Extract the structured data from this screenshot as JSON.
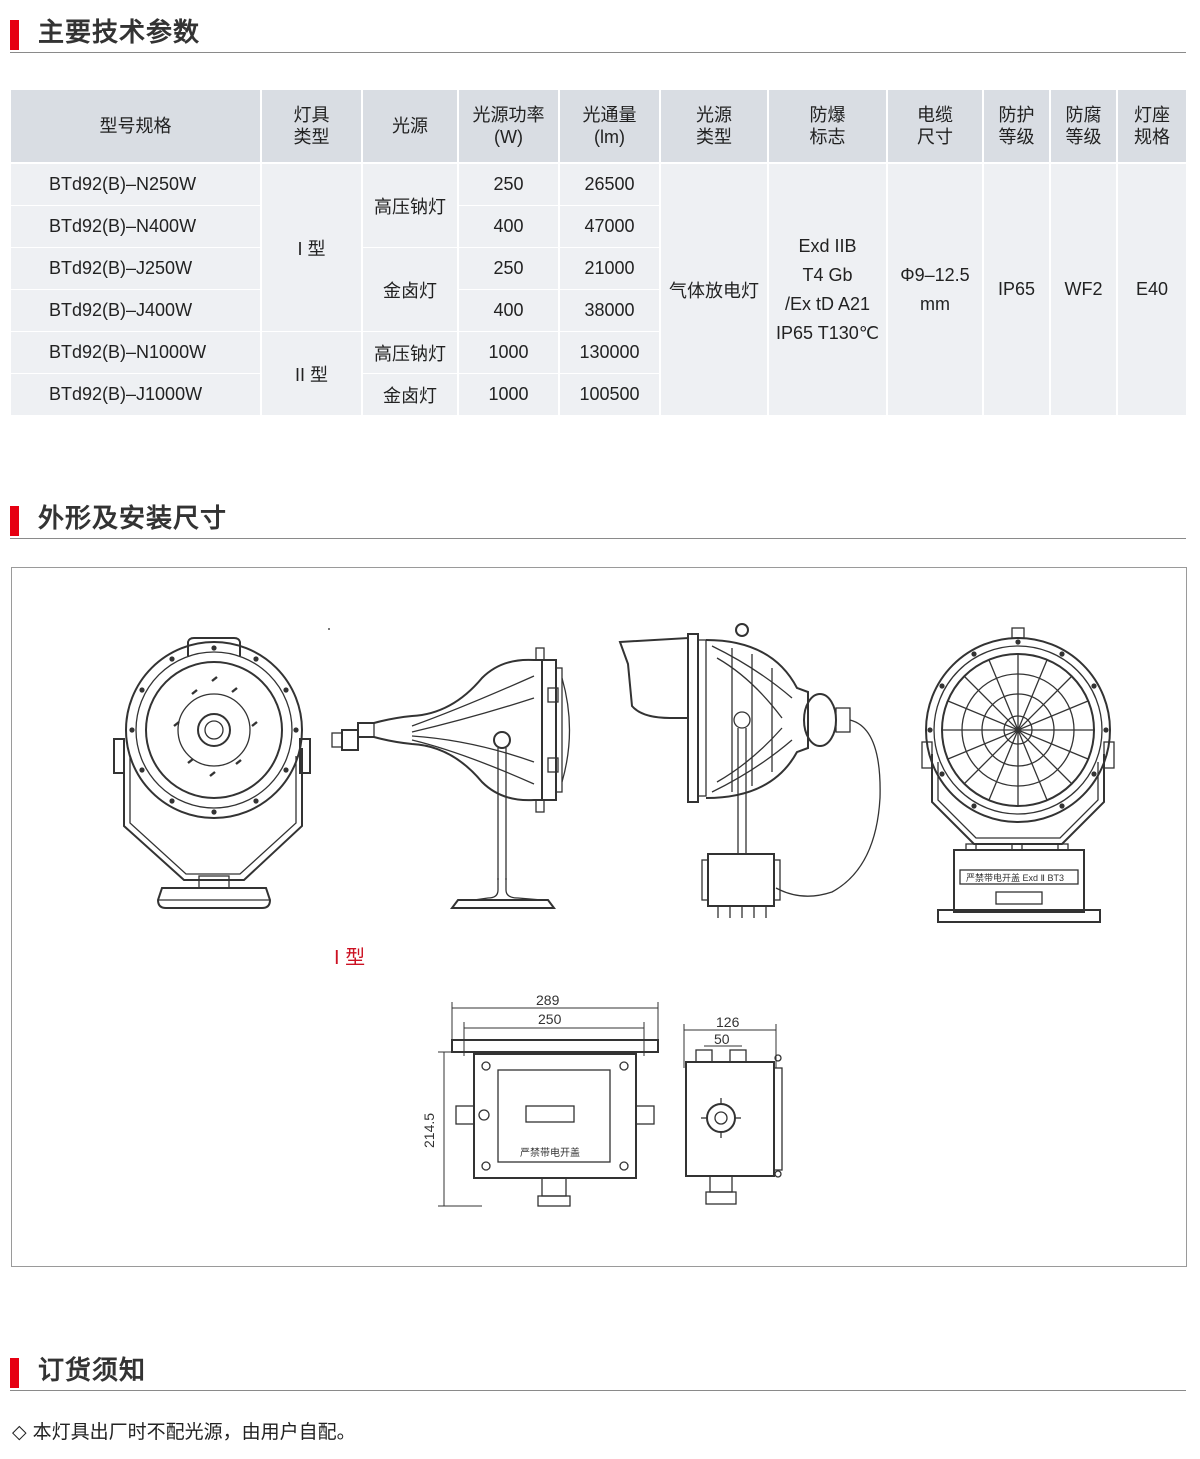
{
  "sections": {
    "params": "主要技术参数",
    "dimensions": "外形及安装尺寸",
    "ordering": "订货须知"
  },
  "table": {
    "headers": [
      "型号规格",
      "灯具类型",
      "光源",
      "光源功率(W)",
      "光通量(lm)",
      "光源类型",
      "防爆标志",
      "电缆尺寸",
      "防护等级",
      "防腐等级",
      "灯座规格"
    ],
    "header_lines": {
      "h1a": "灯具",
      "h1b": "类型",
      "h3a": "光源功率",
      "h3b": "(W)",
      "h4a": "光通量",
      "h4b": "(lm)",
      "h5a": "光源",
      "h5b": "类型",
      "h6a": "防爆",
      "h6b": "标志",
      "h7a": "电缆",
      "h7b": "尺寸",
      "h8a": "防护",
      "h8b": "等级",
      "h9a": "防腐",
      "h9b": "等级",
      "h10a": "灯座",
      "h10b": "规格"
    },
    "rows": [
      {
        "model": "BTd92(B)–N250W",
        "power": "250",
        "flux": "26500"
      },
      {
        "model": "BTd92(B)–N400W",
        "power": "400",
        "flux": "47000"
      },
      {
        "model": "BTd92(B)–J250W",
        "power": "250",
        "flux": "21000"
      },
      {
        "model": "BTd92(B)–J400W",
        "power": "400",
        "flux": "38000"
      },
      {
        "model": "BTd92(B)–N1000W",
        "power": "1000",
        "flux": "130000"
      },
      {
        "model": "BTd92(B)–J1000W",
        "power": "1000",
        "flux": "100500"
      }
    ],
    "type_1": "I 型",
    "type_2": "II 型",
    "source_sodium": "高压钠灯",
    "source_metal_halide": "金卤灯",
    "lamp_type": "气体放电灯",
    "ex_mark": [
      "Exd IIB",
      "T4 Gb",
      "/Ex tD A21",
      "IP65 T130℃"
    ],
    "cable": [
      "Φ9–12.5",
      "mm"
    ],
    "ip": "IP65",
    "anticorrosion": "WF2",
    "socket": "E40"
  },
  "drawing": {
    "type_label": "I 型",
    "dim_289": "289",
    "dim_250": "250",
    "dim_214_5": "214.5",
    "dim_126": "126",
    "dim_50": "50",
    "box_plate_text": "严禁带电开盖",
    "box_plate_text_2": "严禁带电开盖  Exd Ⅱ BT3",
    "base_text": "严禁带电开盖"
  },
  "note": "◇ 本灯具出厂时不配光源，由用户自配。"
}
